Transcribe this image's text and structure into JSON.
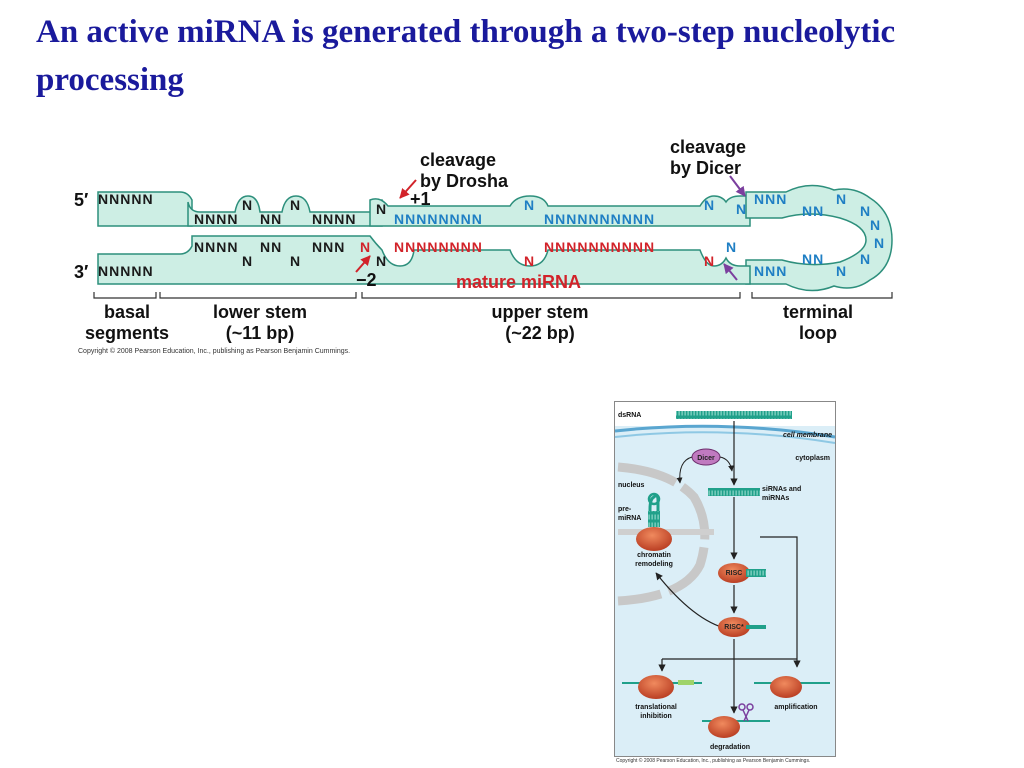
{
  "slide": {
    "title": "An active miRNA is generated through a two-step nucleolytic processing"
  },
  "hairpin": {
    "prime5": "5′",
    "prime3": "3′",
    "cleavage_drosha": "cleavage\nby Drosha",
    "cleavage_dicer": "cleavage\nby Dicer",
    "plus1": "+1",
    "minus2": "−2",
    "mature_mirna": "mature miRNA",
    "basal": "basal\nsegments",
    "lower_stem": "lower stem\n(~11 bp)",
    "upper_stem": "upper stem\n(~22 bp)",
    "terminal_loop": "terminal\nloop",
    "copyright": "Copyright © 2008 Pearson Education, Inc., publishing as Pearson Benjamin Cummings.",
    "top_strand": {
      "basal": "NNNNN",
      "lower": [
        "NNNN",
        "N",
        "NN",
        "N",
        "NNNN"
      ],
      "junction": "N",
      "upper": [
        "NNNNNNNN",
        "N",
        "NNNNNNNNNN",
        "N"
      ],
      "end": "N",
      "loop": [
        "NNN",
        "NN",
        "N",
        "N",
        "N",
        "N"
      ]
    },
    "bottom_strand": {
      "basal": "NNNNN",
      "lower": [
        "NNNN",
        "N",
        "NN",
        "N",
        "NNN"
      ],
      "red_n": "N",
      "junction": "N",
      "mirna": [
        "NNNNNNNN",
        "N",
        "NNNNNNNNNN"
      ],
      "mirna_end": "N",
      "end": "N",
      "loop": [
        "NNN",
        "NN",
        "N",
        "N"
      ]
    }
  },
  "rnai": {
    "dsrna": "dsRNA",
    "cell_membrane": "cell membrane",
    "cytoplasm": "cytoplasm",
    "dicer": "Dicer",
    "nucleus": "nucleus",
    "sirnas": "siRNAs and\nmiRNAs",
    "pre_mirna": "pre-\nmiRNA",
    "chromatin": "chromatin\nremodeling",
    "risc": "RISC",
    "risc_star": "RISC*",
    "translational": "translational\ninhibition",
    "amplification": "amplification",
    "degradation": "degradation",
    "copyright": "Copyright © 2008 Pearson Education, Inc., publishing as Pearson Benjamin Cummings."
  },
  "colors": {
    "title": "#1a1a9c",
    "strand_fill": "#cdeee4",
    "strand_edge": "#2d8f7c",
    "blue_n": "#1f7fc4",
    "red_n": "#d2232a",
    "drosha_arrow": "#d2232a",
    "dicer_arrow": "#7b3f9e",
    "panel_bg": "#dbeef7",
    "ribosome": "#d0452a",
    "rna_green": "#20a08a"
  }
}
